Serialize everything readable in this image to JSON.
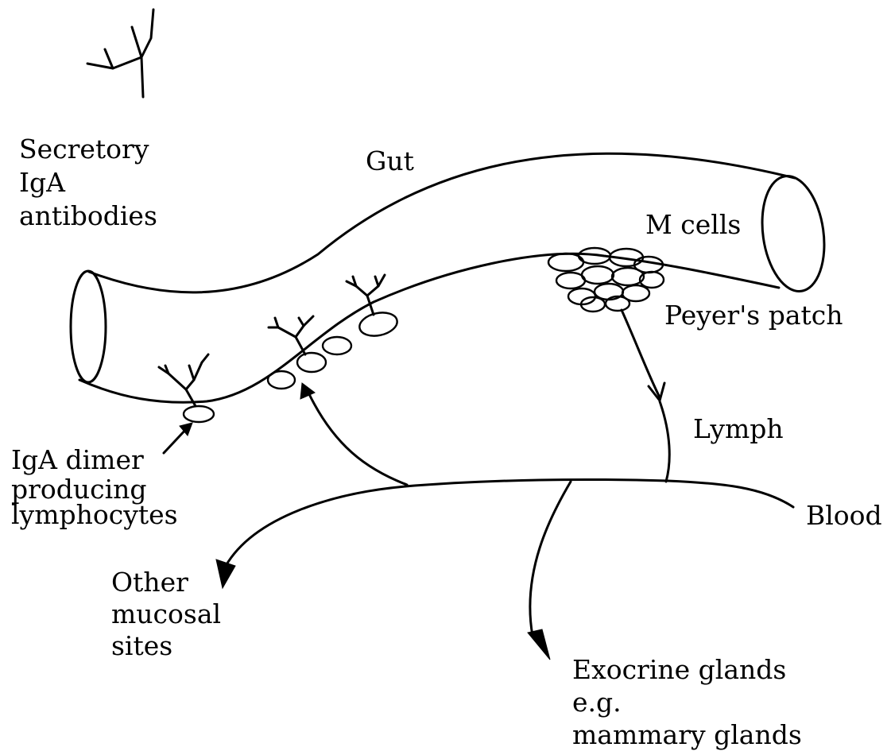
{
  "labels": {
    "secretory": [
      "Secretory",
      "IgA",
      "antibodies"
    ],
    "gut": "Gut",
    "m_cells": "M cells",
    "peyers_patch": "Peyer's patch",
    "lymph": "Lymph",
    "iga_dimer": [
      "IgA dimer",
      "producing",
      "lymphocytes"
    ],
    "blood": "Blood",
    "other_mucosal": [
      "Other",
      "mucosal",
      "sites"
    ],
    "exocrine": [
      "Exocrine glands",
      "e.g.",
      "mammary glands"
    ]
  },
  "colors": {
    "ink": "#000000",
    "background": "#ffffff"
  }
}
